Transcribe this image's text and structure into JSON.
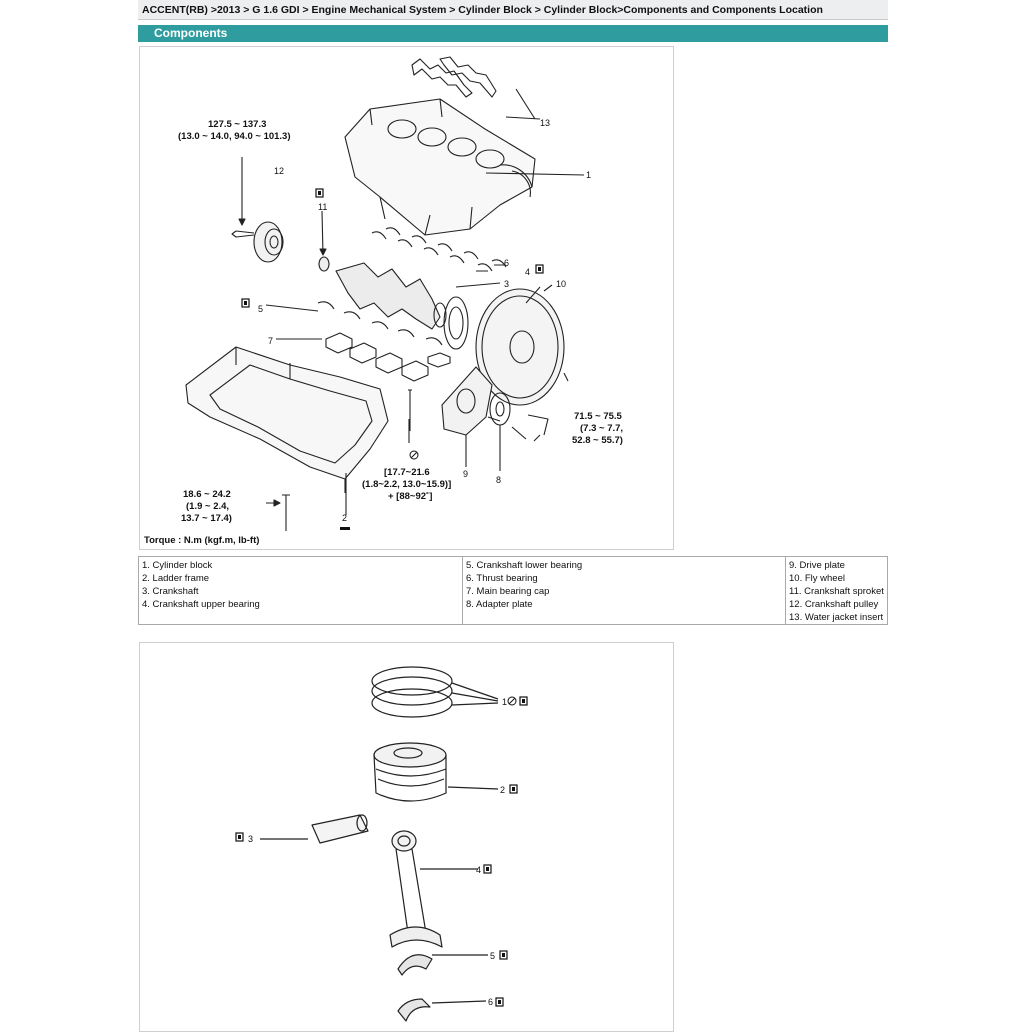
{
  "breadcrumb": "ACCENT(RB) >2013 > G 1.6 GDI > Engine Mechanical System > Cylinder Block > Cylinder Block>Components and Components Location",
  "section_title": "Components",
  "figure1": {
    "callouts": {
      "c1": "1",
      "c2": "2",
      "c3": "3",
      "c4": "4",
      "c5": "5",
      "c6": "6",
      "c7": "7",
      "c8": "8",
      "c9": "9",
      "c10": "10",
      "c11": "11",
      "c12": "12",
      "c13": "13"
    },
    "torque_pulley_1": "127.5 ~ 137.3",
    "torque_pulley_2": "(13.0 ~ 14.0, 94.0 ~ 101.3)",
    "torque_flywheel_1": "71.5 ~ 75.5",
    "torque_flywheel_2": "(7.3 ~ 7.7,",
    "torque_flywheel_3": "52.8 ~ 55.7)",
    "torque_main_1": "[17.7~21.6",
    "torque_main_2": "(1.8~2.2, 13.0~15.9)]",
    "torque_main_3": "+ [88~92˚]",
    "torque_ladder_1": "18.6 ~ 24.2",
    "torque_ladder_2": "(1.9 ~ 2.4,",
    "torque_ladder_3": "13.7 ~ 17.4)",
    "torque_unit": "Torque : N.m (kgf.m, lb-ft)"
  },
  "legend": {
    "col1": [
      "1. Cylinder block",
      "2. Ladder frame",
      "3. Crankshaft",
      "4. Crankshaft upper bearing"
    ],
    "col2": [
      "5. Crankshaft lower bearing",
      "6. Thrust bearing",
      "7. Main bearing cap",
      "8. Adapter plate"
    ],
    "col3": [
      "9. Drive plate",
      "10. Fly wheel",
      "11. Crankshaft sproket",
      "12. Crankshaft pulley",
      "13. Water jacket insert"
    ]
  },
  "figure2": {
    "callouts": {
      "c1": "1",
      "c2": "2",
      "c3": "3",
      "c4": "4",
      "c5": "5",
      "c6": "6"
    }
  }
}
